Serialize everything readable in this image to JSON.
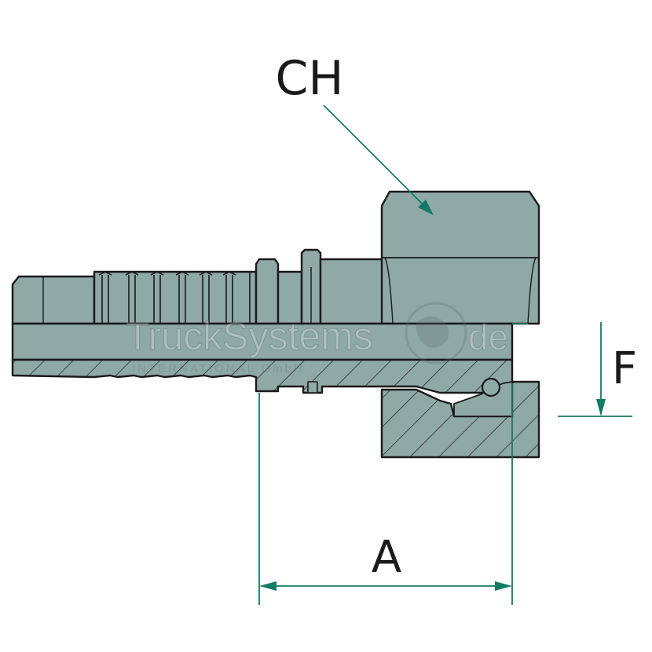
{
  "labels": {
    "ch": "CH",
    "f": "F",
    "a": "A"
  },
  "watermark": {
    "brand": "TruckSystems",
    "suffix": "de",
    "registered": "®",
    "company": "INTERNATIONAL GmbH"
  },
  "colors": {
    "part_fill": "#8fa9a4",
    "outline": "#1a1a1a",
    "dimension_line": "#137a64",
    "background": "#ffffff"
  }
}
